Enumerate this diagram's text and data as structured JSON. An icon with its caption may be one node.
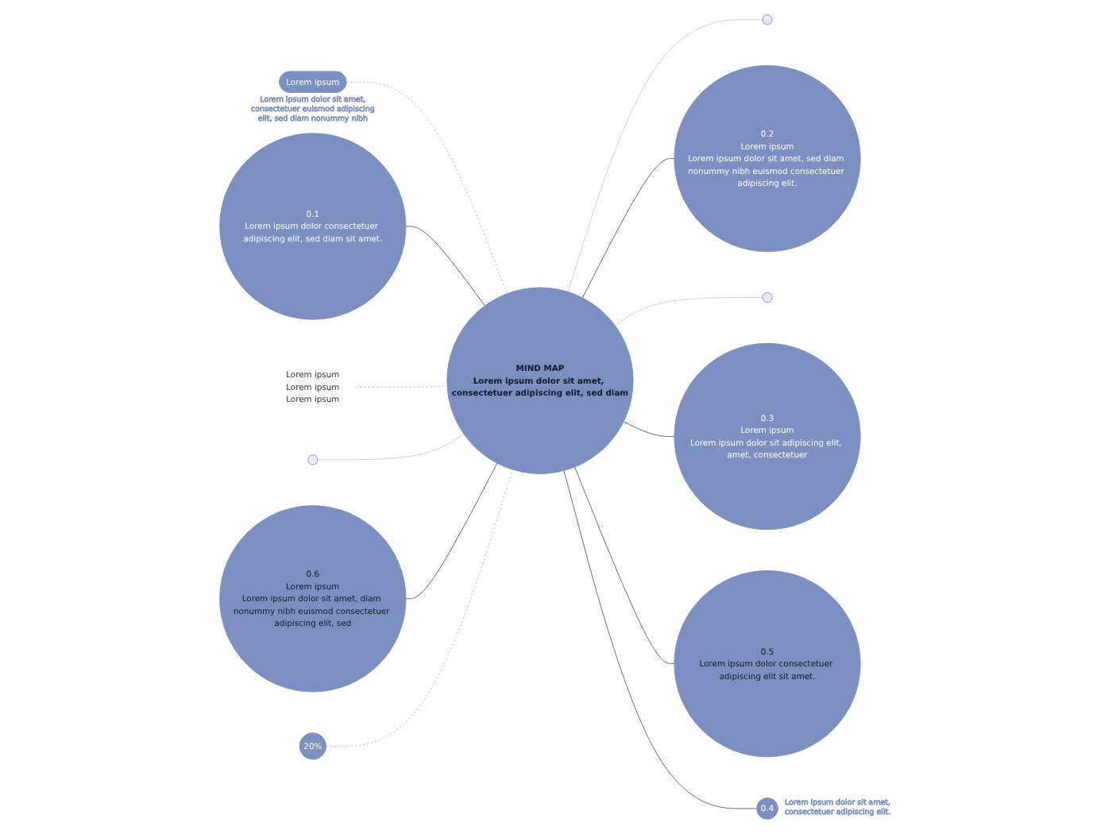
{
  "diagram": {
    "nodes": [
      {
        "text": [
          "Lorem ipsum"
        ],
        "beside": [
          "Lorem ipsum dolor sit amet, consectetuer euismod adipiscing elit, sed diam nonummy nibh"
        ]
      },
      {
        "text": [
          "0.1",
          "Lorem ipsum dolor consectetuer adipiscing elit, sed diam sit amet."
        ]
      },
      {
        "text": [],
        "shape": "circle"
      },
      {
        "text": [
          "0.2",
          "Lorem ipsum",
          "Lorem ipsum dolor sit amet, sed diam nonummy nibh euismod consectetuer adipiscing elit."
        ]
      },
      {
        "text": [
          "Lorem ipsum",
          "Lorem ipsum",
          "Lorem ipsum"
        ]
      },
      {
        "text": [
          "MIND MAP",
          "Lorem ipsum dolor sit amet, consectetuer adipiscing elit, sed diam"
        ]
      },
      {
        "text": [],
        "shape": "circle"
      },
      {
        "text": [],
        "shape": "circle"
      },
      {
        "text": [
          "0.3",
          "Lorem ipsum",
          "Lorem ipsum dolor sit adipiscing elit, amet, consectetuer"
        ]
      },
      {
        "text": [
          "0.6",
          "Lorem ipsum",
          "Lorem ipsum dolor sit amet, diam nonummy nibh euismod consectetuer adipiscing elit, sed"
        ]
      },
      {
        "text": [
          "20%"
        ]
      },
      {
        "text": [
          "0.5",
          "Lorem ipsum dolor consectetuer adipiscing elit sit amet."
        ]
      },
      {
        "text": [
          "0.4"
        ],
        "beside": [
          "Lorem ipsum dolor sit amet, consectetuer adipiscing elit."
        ]
      }
    ],
    "edges": [
      {
        "from": 0,
        "to": 5,
        "arrow": "none",
        "style": "dashed",
        "color": "#bbbbbb"
      },
      {
        "from": 1,
        "to": 5,
        "arrow": "none"
      },
      {
        "from": 5,
        "to": 2,
        "arrow": "none",
        "color": "#cccccc"
      },
      {
        "from": 5,
        "to": 3,
        "arrow": "none"
      },
      {
        "from": 4,
        "to": 5,
        "arrow": "none",
        "style": "dashed",
        "color": "#bbbbbb"
      },
      {
        "from": 5,
        "to": 6,
        "arrow": "none",
        "color": "#cccccc"
      },
      {
        "from": 7,
        "to": 5,
        "arrow": "none",
        "color": "#cccccc"
      },
      {
        "from": 5,
        "to": 8,
        "arrow": "none"
      },
      {
        "from": 9,
        "to": 5,
        "arrow": "none"
      },
      {
        "from": 10,
        "to": 5,
        "arrow": "none",
        "style": "dashed",
        "color": "#bbbbbb"
      },
      {
        "from": 5,
        "to": 11,
        "arrow": "none"
      },
      {
        "from": 5,
        "to": 12,
        "arrow": "none"
      }
    ]
  }
}
